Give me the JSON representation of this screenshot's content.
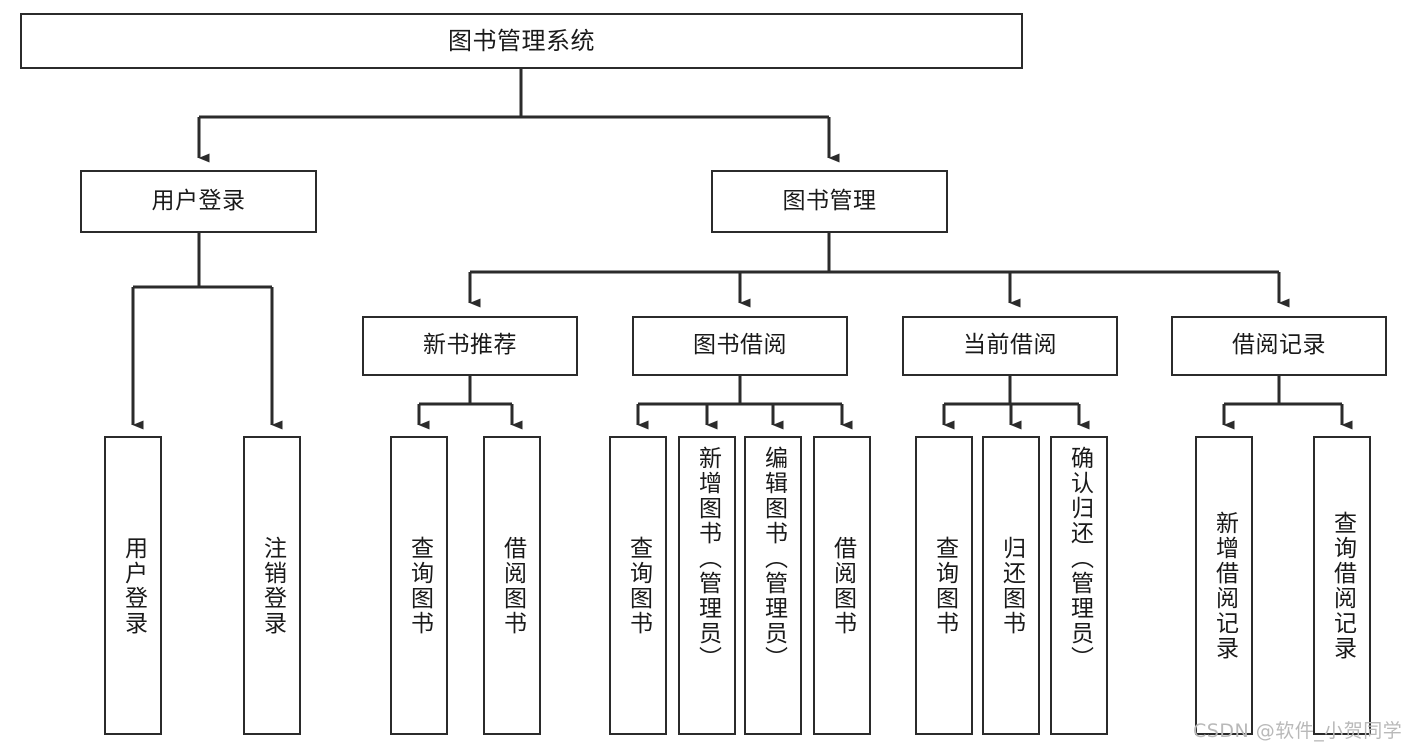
{
  "diagram": {
    "title": "图书管理系统",
    "watermark": "CSDN @软件_小贺同学",
    "colors": {
      "box_border": "#2b2b2b",
      "box_fill": "#ffffff",
      "connector": "#2b2b2b",
      "text": "#1a1a1a",
      "watermark": "#b9b9b9"
    },
    "root": {
      "label": "图书管理系统"
    },
    "level1": [
      {
        "label": "用户登录"
      },
      {
        "label": "图书管理"
      }
    ],
    "level2": [
      {
        "label": "新书推荐"
      },
      {
        "label": "图书借阅"
      },
      {
        "label": "当前借阅"
      },
      {
        "label": "借阅记录"
      }
    ],
    "leaves": {
      "user_login": [
        {
          "label": "用户登录"
        },
        {
          "label": "注销登录"
        }
      ],
      "new_book_recommend": [
        {
          "label": "查询图书"
        },
        {
          "label": "借阅图书"
        }
      ],
      "book_borrow": [
        {
          "label": "查询图书"
        },
        {
          "label": "新增图书（管理员）"
        },
        {
          "label": "编辑图书（管理员）"
        },
        {
          "label": "借阅图书"
        }
      ],
      "current_borrow": [
        {
          "label": "查询图书"
        },
        {
          "label": "归还图书"
        },
        {
          "label": "确认归还（管理员）"
        }
      ],
      "borrow_record": [
        {
          "label": "新增借阅记录"
        },
        {
          "label": "查询借阅记录"
        }
      ]
    }
  }
}
